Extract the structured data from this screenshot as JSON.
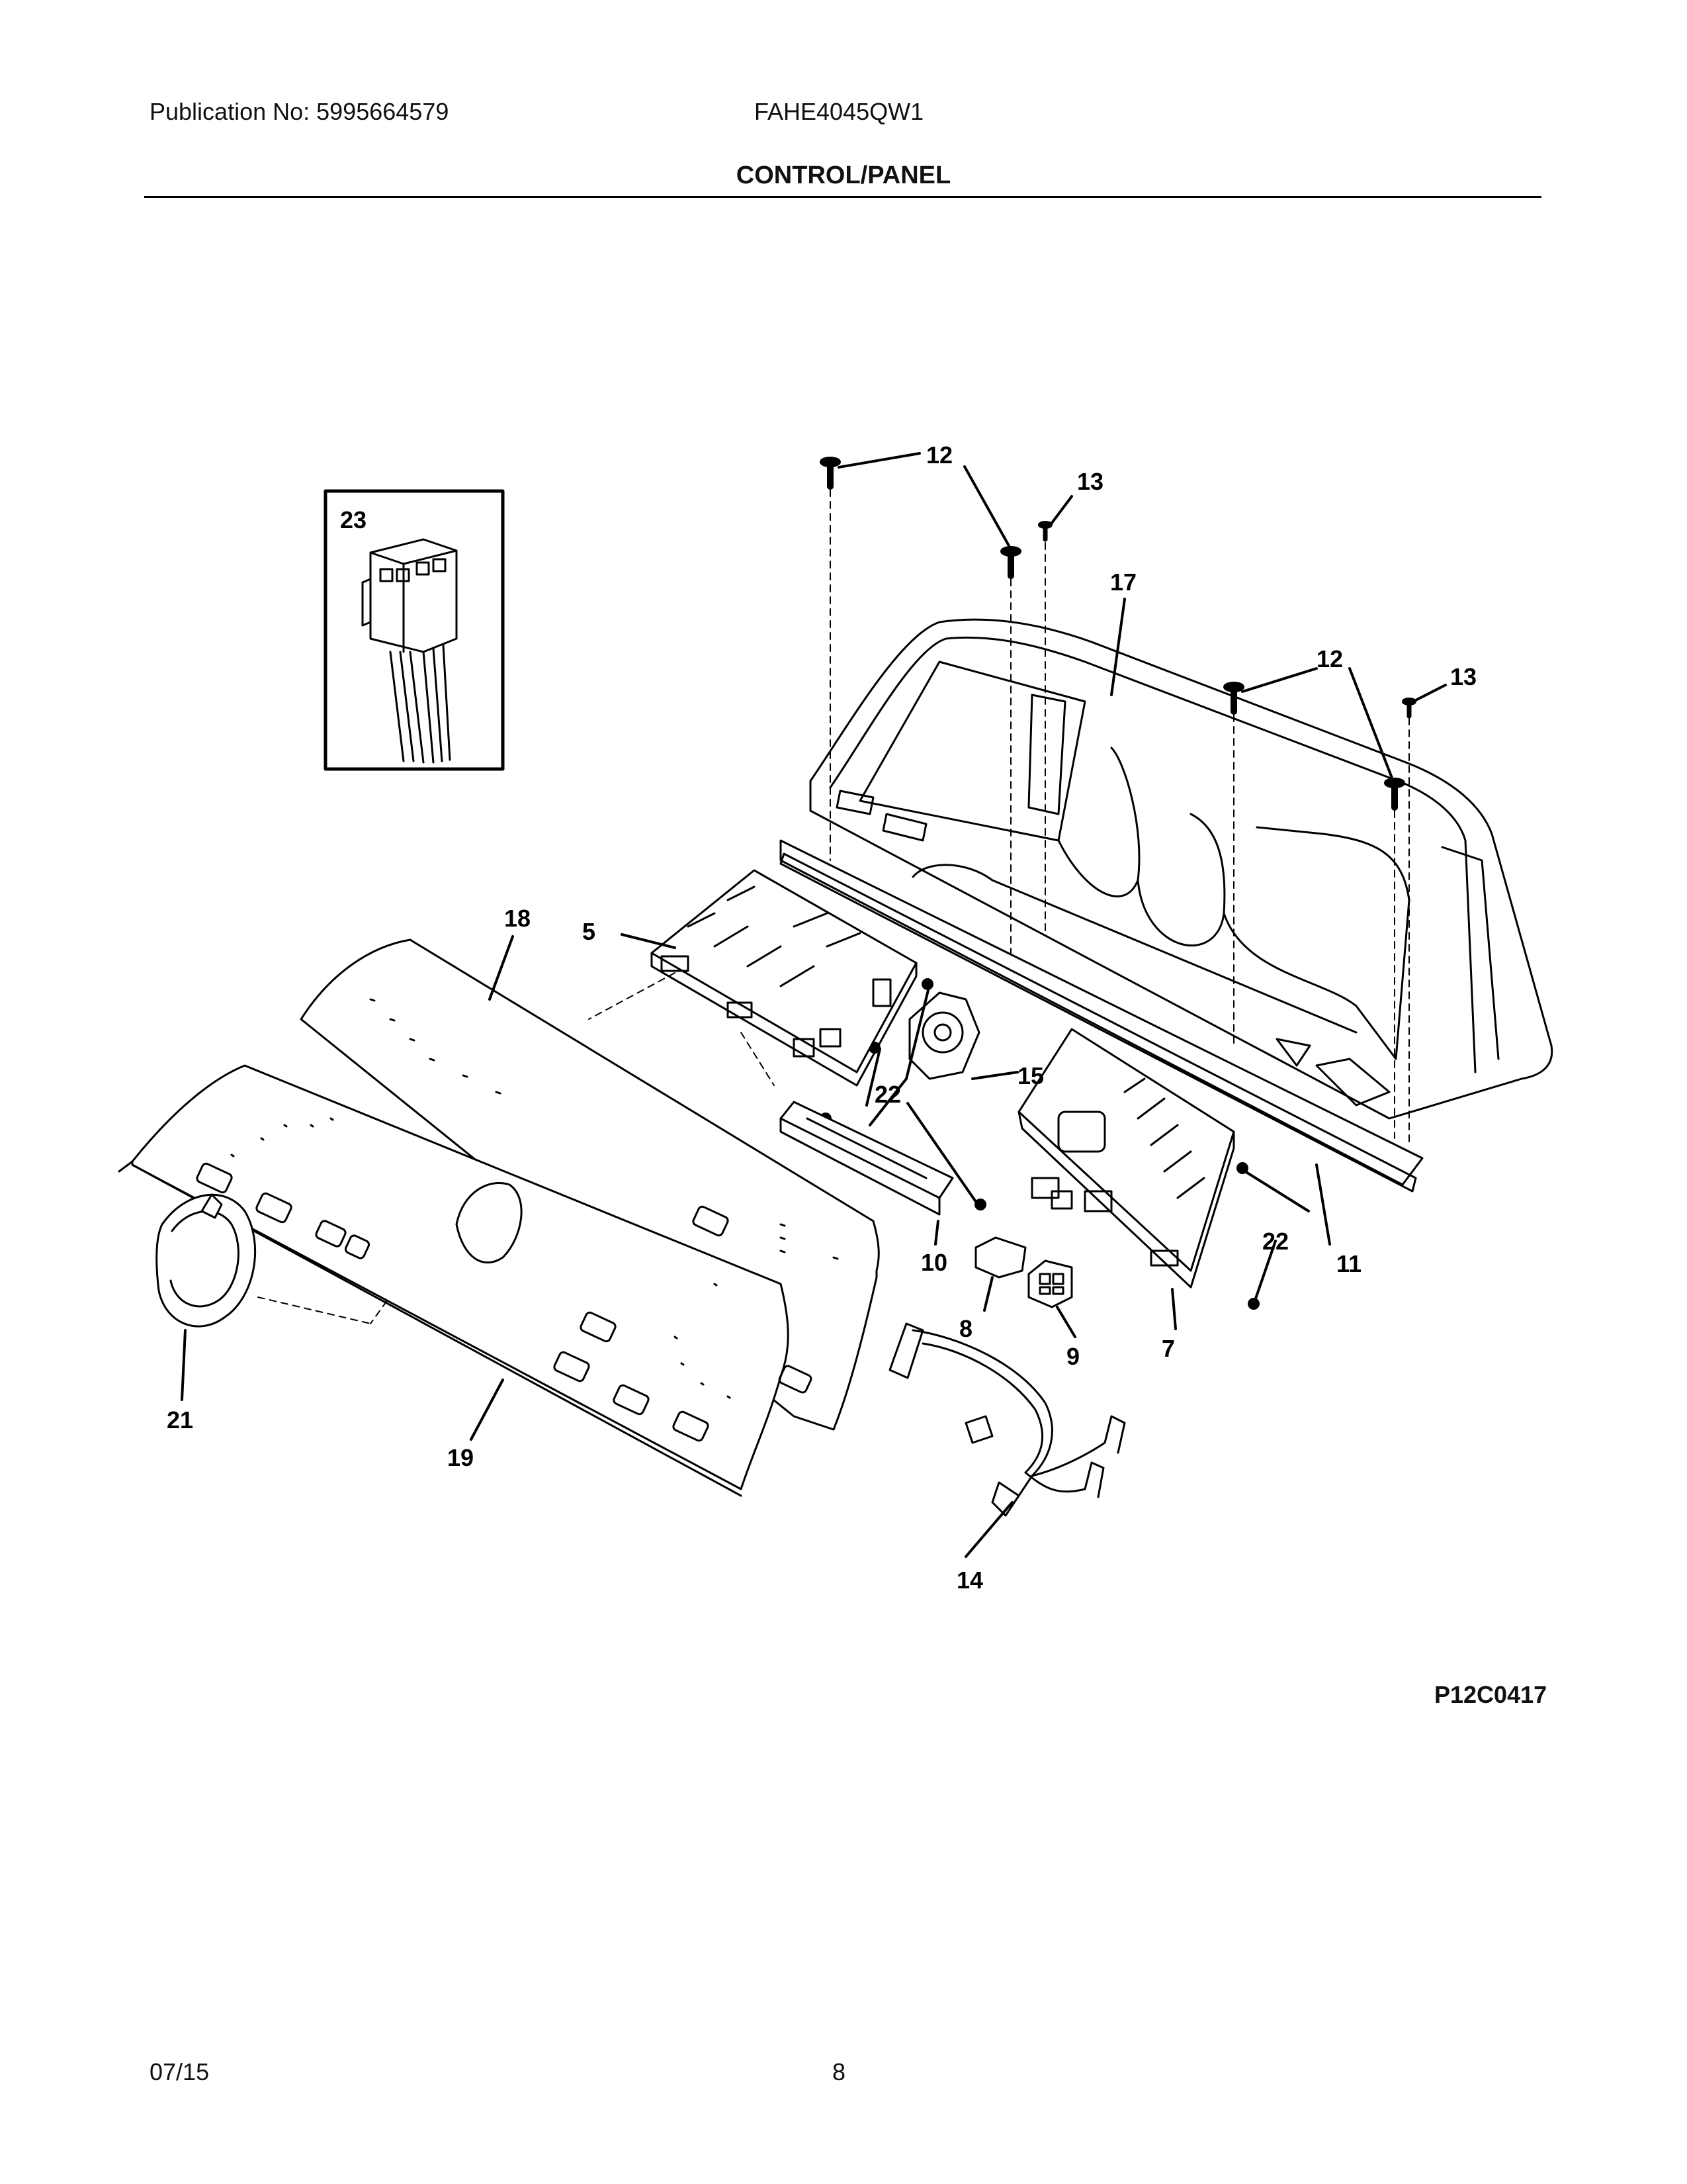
{
  "header": {
    "publication": "Publication No:  5995664579",
    "model": "FAHE4045QW1",
    "title": "CONTROL/PANEL"
  },
  "diagram": {
    "inset_label": "23",
    "callouts": {
      "c5": "5",
      "c7": "7",
      "c8": "8",
      "c9": "9",
      "c10": "10",
      "c11": "11",
      "c12a": "12",
      "c12b": "12",
      "c13a": "13",
      "c13b": "13",
      "c14": "14",
      "c15": "15",
      "c17": "17",
      "c18": "18",
      "c19": "19",
      "c21": "21",
      "c22a": "22",
      "c22b": "22"
    },
    "code": "P12C0417"
  },
  "footer": {
    "date": "07/15",
    "page": "8"
  }
}
